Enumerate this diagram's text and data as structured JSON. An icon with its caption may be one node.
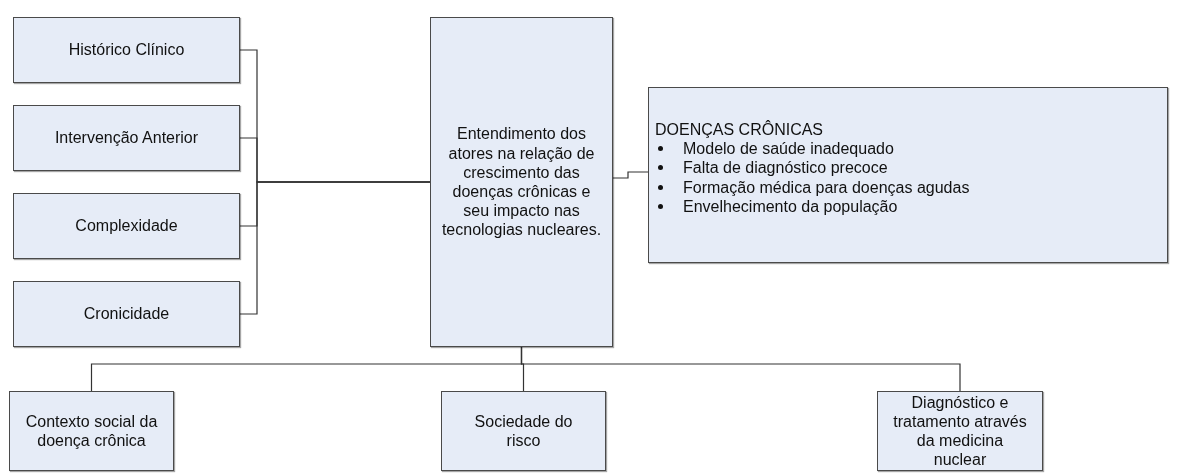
{
  "diagram": {
    "nodes": [
      {
        "text": [
          "Histórico Clínico"
        ]
      },
      {
        "text": [
          "Intervenção Anterior"
        ]
      },
      {
        "text": [
          "Complexidade"
        ]
      },
      {
        "text": [
          "Cronicidade"
        ]
      },
      {
        "text": [
          "Entendimento dos atores na relação de crescimento das doenças crônicas e seu impacto nas tecnologias nucleares."
        ]
      },
      {
        "text": [
          "DOENÇAS CRÔNICAS",
          "Modelo de saúde inadequado",
          "Falta de diagnóstico precoce",
          "Formação médica para doenças agudas",
          "Envelhecimento da população"
        ]
      },
      {
        "text": [
          "Contexto social da doença crônica"
        ]
      },
      {
        "text": [
          "Sociedade do risco"
        ]
      },
      {
        "text": [
          "Diagnóstico e tratamento através da medicina nuclear"
        ]
      }
    ],
    "edges": [
      {
        "from": 0,
        "to": 4,
        "arrow": "none"
      },
      {
        "from": 1,
        "to": 4,
        "arrow": "none"
      },
      {
        "from": 2,
        "to": 4,
        "arrow": "none"
      },
      {
        "from": 3,
        "to": 4,
        "arrow": "none"
      },
      {
        "from": 4,
        "to": 5,
        "arrow": "none"
      },
      {
        "from": 4,
        "to": 6,
        "arrow": "none"
      },
      {
        "from": 4,
        "to": 7,
        "arrow": "none"
      },
      {
        "from": 4,
        "to": 8,
        "arrow": "none"
      }
    ]
  }
}
